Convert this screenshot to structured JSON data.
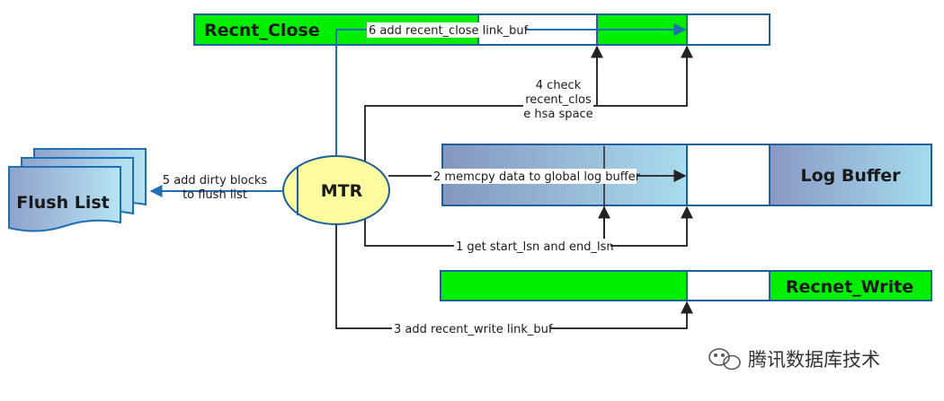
{
  "boxes": {
    "recent_close": {
      "title": "Recnt_Close"
    },
    "log_buffer": {
      "title": "Log Buffer"
    },
    "recent_write": {
      "title": "Recnet_Write"
    },
    "flush_list": {
      "title": "Flush List"
    },
    "mtr": {
      "title": "MTR"
    }
  },
  "steps": {
    "s1": "1 get start_lsn and end_lsn",
    "s2": "2 memcpy data to global log buffer",
    "s3": "3 add recent_write link_buf",
    "s4_line1": "4 check",
    "s4_line2": "recent_clos",
    "s4_line3": "e hsa space",
    "s5_line1": "5 add dirty blocks",
    "s5_line2": "to flush list",
    "s6": "6 add recent_close link_buf"
  },
  "watermark": "腾讯数据库技术",
  "colors": {
    "green": "#00ee00",
    "outline": "#1f5f9a",
    "line": "#333333",
    "mtr_fill": "#fdfda0"
  }
}
